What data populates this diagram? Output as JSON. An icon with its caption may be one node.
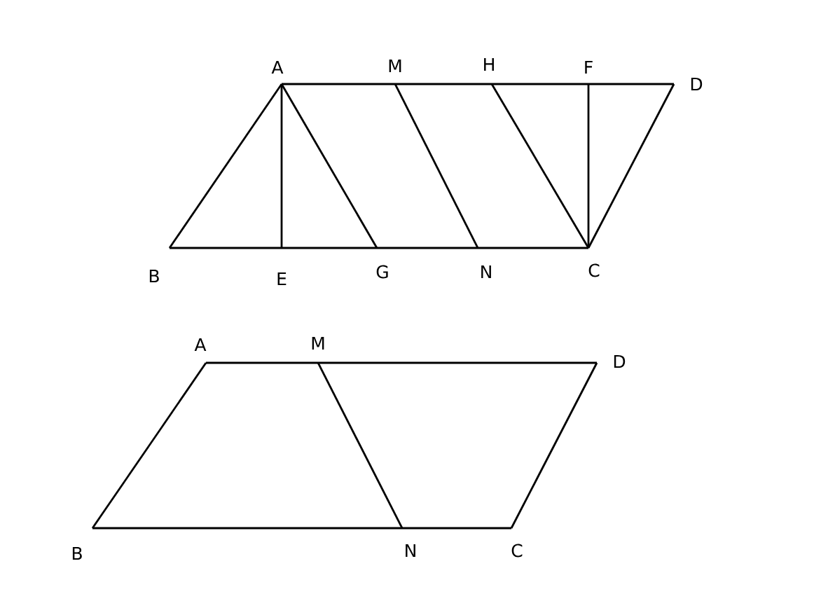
{
  "diagram": {
    "labels": [
      "A",
      "M",
      "H",
      "F",
      "D",
      "B",
      "E",
      "G",
      "N",
      "C",
      "A",
      "M",
      "D",
      "B",
      "N",
      "C"
    ]
  }
}
